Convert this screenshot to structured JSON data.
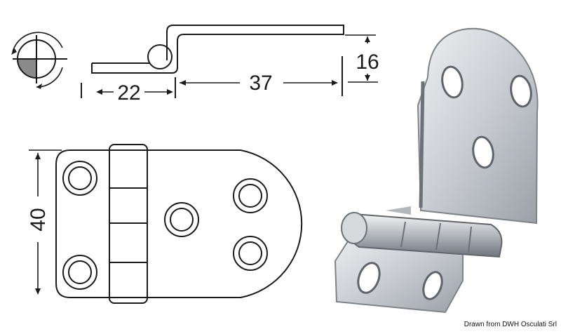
{
  "diagram": {
    "subject": "Stainless steel offset hinge",
    "rotation_symbol": {
      "icon": "rotation-symbol-icon",
      "shaded_quadrant": "bottom-left",
      "shade_color": "#8a8a8a"
    },
    "side_view": {
      "dimensions": {
        "leaf_short": {
          "value": "22"
        },
        "leaf_long": {
          "value": "37"
        },
        "offset_height": {
          "value": "16"
        }
      }
    },
    "top_view": {
      "dimensions": {
        "width": {
          "value": "40"
        }
      },
      "holes_left_leaf": 2,
      "holes_right_leaf": 3,
      "knuckle_segments": 4
    },
    "photo": {
      "label": "hinge-product-photo",
      "metal_color": "#c9cdd2"
    },
    "credit": "Drawn from DWH Osculati Srl"
  },
  "colors": {
    "line": "#1a1a1a",
    "background": "#ffffff"
  }
}
